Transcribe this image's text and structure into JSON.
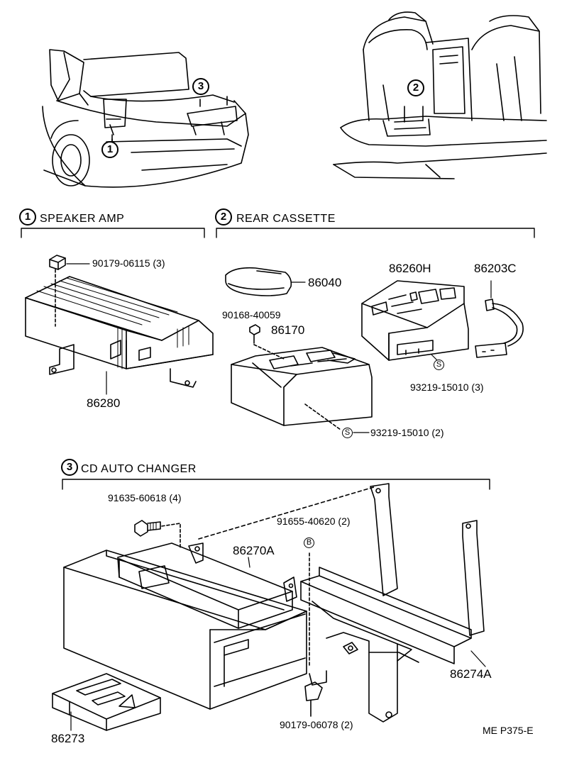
{
  "sections": {
    "speaker_amp": {
      "number": "1",
      "title": "SPEAKER AMP"
    },
    "rear_cassette": {
      "number": "2",
      "title": "REAR  CASSETTE"
    },
    "cd_changer": {
      "number": "3",
      "title": "CD  AUTO  CHANGER"
    }
  },
  "overview": {
    "marker1": "1",
    "marker2": "2",
    "marker3": "3"
  },
  "parts": {
    "p90179_06115": "90179-06115 (3)",
    "p86280": "86280",
    "p86040": "86040",
    "p90168_40059": "90168-40059",
    "p86170": "86170",
    "p86260H": "86260H",
    "p86203C": "86203C",
    "p93219_15010_3": "93219-15010 (3)",
    "p93219_15010_2": "93219-15010 (2)",
    "p91635_60618": "91635-60618 (4)",
    "p91655_40620": "91655-40620 (2)",
    "p86270A": "86270A",
    "p86274A": "86274A",
    "p86273": "86273",
    "p90179_06078": "90179-06078 (2)"
  },
  "fastener_marks": {
    "s1": "S",
    "s2": "S",
    "b": "B"
  },
  "footer": {
    "page_code": "ME  P375-E"
  }
}
